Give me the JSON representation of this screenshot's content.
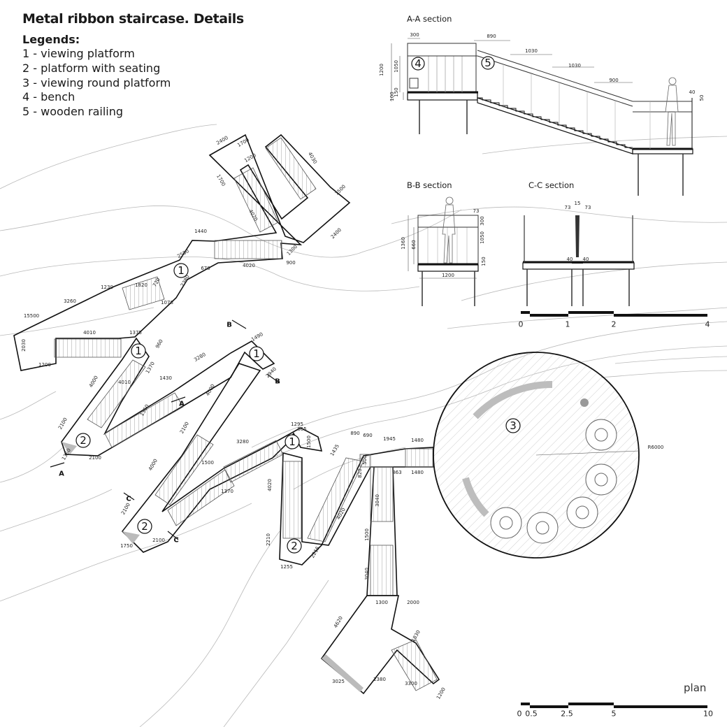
{
  "title": "Metal ribbon staircase. Details",
  "legend": {
    "heading": "Legends:",
    "items": [
      "1 - viewing platform",
      "2 - platform with seating",
      "3 - viewing round platform",
      "4 - bench",
      "5 - wooden railing"
    ]
  },
  "sections": {
    "aa": "A-A section",
    "bb": "B-B section",
    "cc": "C-C section"
  },
  "plan_label": "plan",
  "markers": [
    "1",
    "2",
    "3",
    "4",
    "5"
  ],
  "cut_letters": [
    "A",
    "B",
    "C"
  ],
  "radius_label": "R6000",
  "scale_small": [
    "0",
    "1",
    "2",
    "4"
  ],
  "scale_plan": [
    "0",
    "0.5",
    "2.5",
    "5",
    "10"
  ],
  "dims_aa": [
    "300",
    "890",
    "1030",
    "1030",
    "900",
    "1200",
    "1050",
    "150",
    "100",
    "40",
    "50"
  ],
  "dims_bb": [
    "73",
    "300",
    "1050",
    "1360",
    "660",
    "150",
    "1200"
  ],
  "dims_cc": [
    "15",
    "73",
    "73",
    "40",
    "40"
  ],
  "dims_plan": [
    "2400",
    "1700",
    "1200",
    "4030",
    "1700",
    "1500",
    "4020",
    "2400",
    "1300",
    "1440",
    "2580",
    "670",
    "4020",
    "900",
    "1230",
    "1820",
    "720",
    "2380",
    "15500",
    "3260",
    "1078",
    "4010",
    "1375",
    "960",
    "2030",
    "1200",
    "2100",
    "1490",
    "3280",
    "1430",
    "4010",
    "1370",
    "4000",
    "2940",
    "4000",
    "2100",
    "1360",
    "2100",
    "1295",
    "865",
    "1500",
    "3280",
    "1500",
    "1370",
    "1360",
    "4000",
    "2100",
    "1750",
    "2100",
    "4020",
    "1435",
    "890",
    "690",
    "1945",
    "1480",
    "500",
    "820",
    "863",
    "1480",
    "4020",
    "2210",
    "2215",
    "1255",
    "3040",
    "1500",
    "3040",
    "1300",
    "2000",
    "4620",
    "1830",
    "3025",
    "2380",
    "3300",
    "1200"
  ]
}
